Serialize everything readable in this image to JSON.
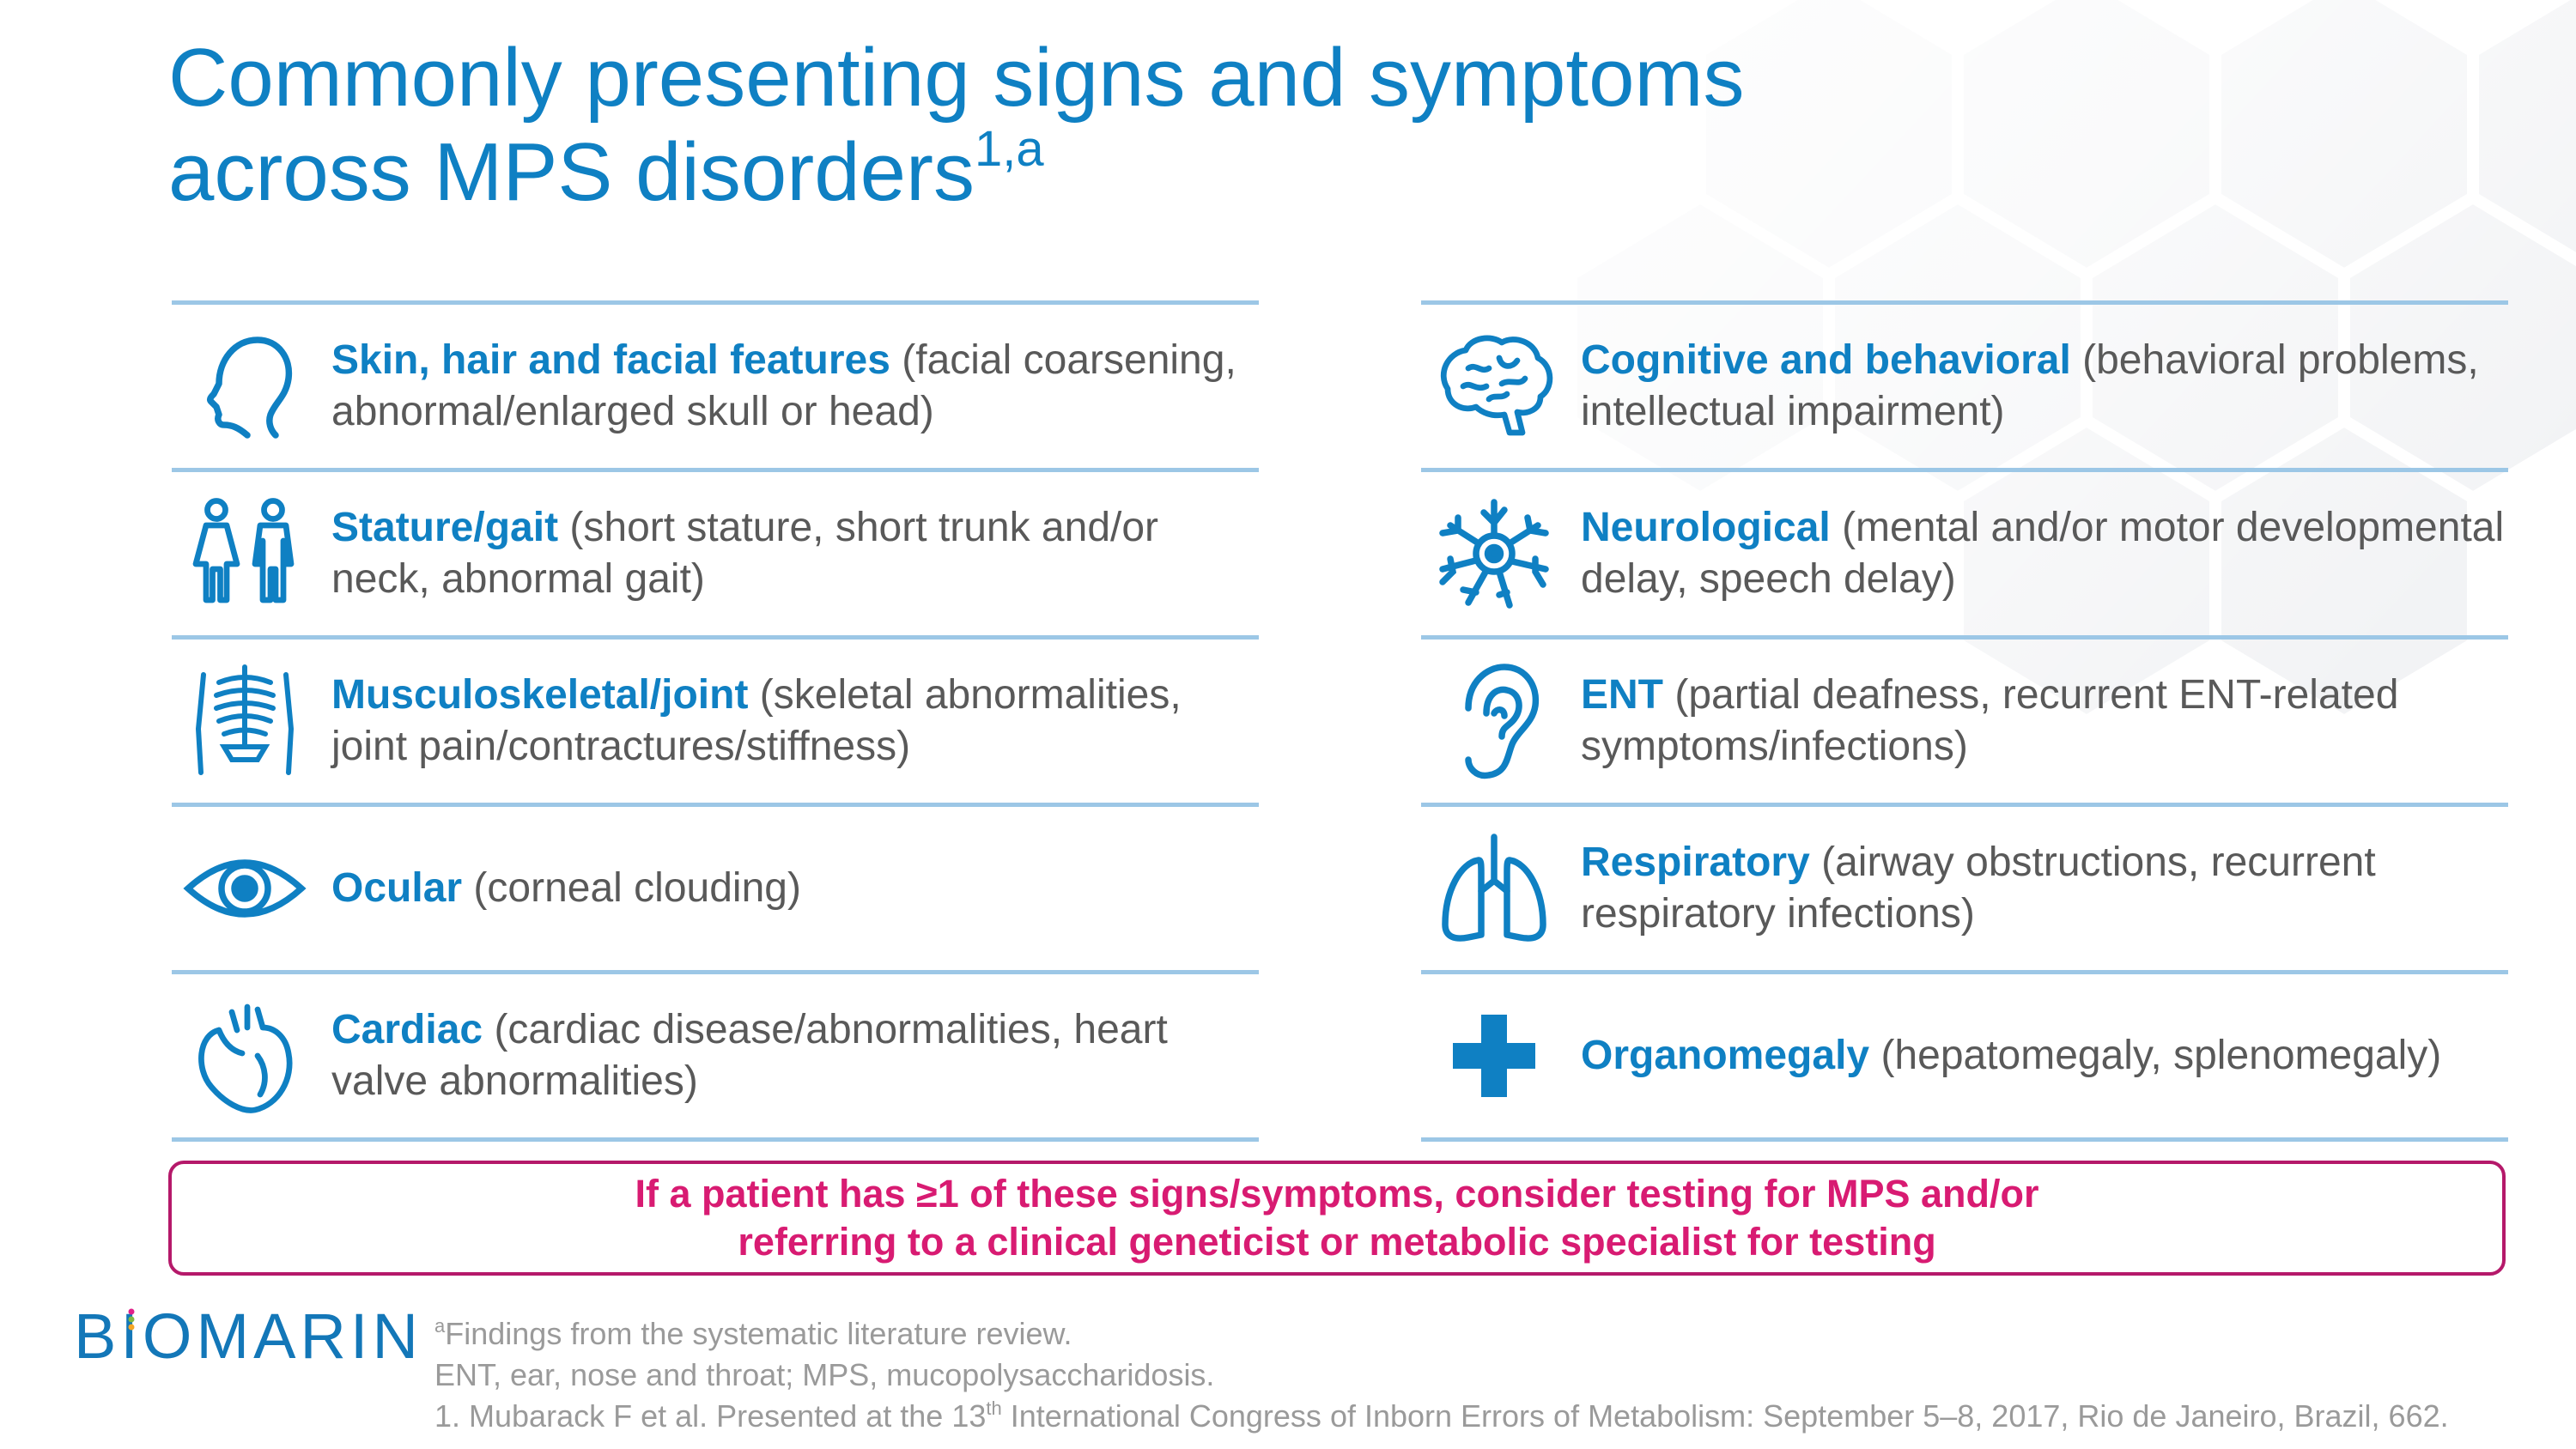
{
  "title": {
    "line1": "Commonly presenting signs and symptoms",
    "line2": "across MPS disorders",
    "superscript": "1,a"
  },
  "left_column": [
    {
      "icon": "head-profile-icon",
      "heading": "Skin, hair and facial features",
      "detail": "(facial coarsening, abnormal/enlarged skull or head)"
    },
    {
      "icon": "people-icon",
      "heading": "Stature/gait",
      "detail": "(short stature, short trunk and/or neck, abnormal gait)"
    },
    {
      "icon": "skeleton-icon",
      "heading": "Musculoskeletal/joint",
      "detail": "(skeletal abnormalities, joint pain/contractures/stiffness)"
    },
    {
      "icon": "eye-icon",
      "heading": "Ocular",
      "detail": "(corneal clouding)"
    },
    {
      "icon": "heart-icon",
      "heading": "Cardiac",
      "detail": "(cardiac disease/abnormalities, heart valve abnormalities)"
    }
  ],
  "right_column": [
    {
      "icon": "brain-icon",
      "heading": "Cognitive and behavioral",
      "detail": "(behavioral problems, intellectual impairment)"
    },
    {
      "icon": "neuron-icon",
      "heading": "Neurological",
      "detail": "(mental and/or motor developmental delay, speech delay)"
    },
    {
      "icon": "ear-icon",
      "heading": "ENT",
      "detail": "(partial deafness, recurrent ENT-related symptoms/infections)"
    },
    {
      "icon": "lungs-icon",
      "heading": "Respiratory",
      "detail": "(airway obstructions, recurrent respiratory infections)"
    },
    {
      "icon": "plus-icon",
      "heading": "Organomegaly",
      "detail": "(hepatomegaly, splenomegaly)"
    }
  ],
  "callout": {
    "line1": "If a patient has ≥1 of these signs/symptoms, consider testing for MPS and/or",
    "line2": "referring to a clinical geneticist or metabolic specialist for testing"
  },
  "logo": {
    "first": "B",
    "mark": "I",
    "rest": "OMARIN"
  },
  "footnotes": {
    "a_marker": "a",
    "a_text": "Findings from the systematic literature review.",
    "abbreviations": "ENT, ear, nose and throat; MPS, mucopolysaccharidosis.",
    "ref_start": "1. Mubarack F et al. Presented at the 13",
    "ref_sup": "th",
    "ref_end": " International Congress of Inborn Errors of Metabolism: September 5–8, 2017, Rio de Janeiro, Brazil, 662."
  },
  "colors": {
    "accent_blue": "#0f80c3",
    "rule_blue": "#9cc7e6",
    "callout_magenta": "#d81b72",
    "body_gray": "#595959"
  }
}
